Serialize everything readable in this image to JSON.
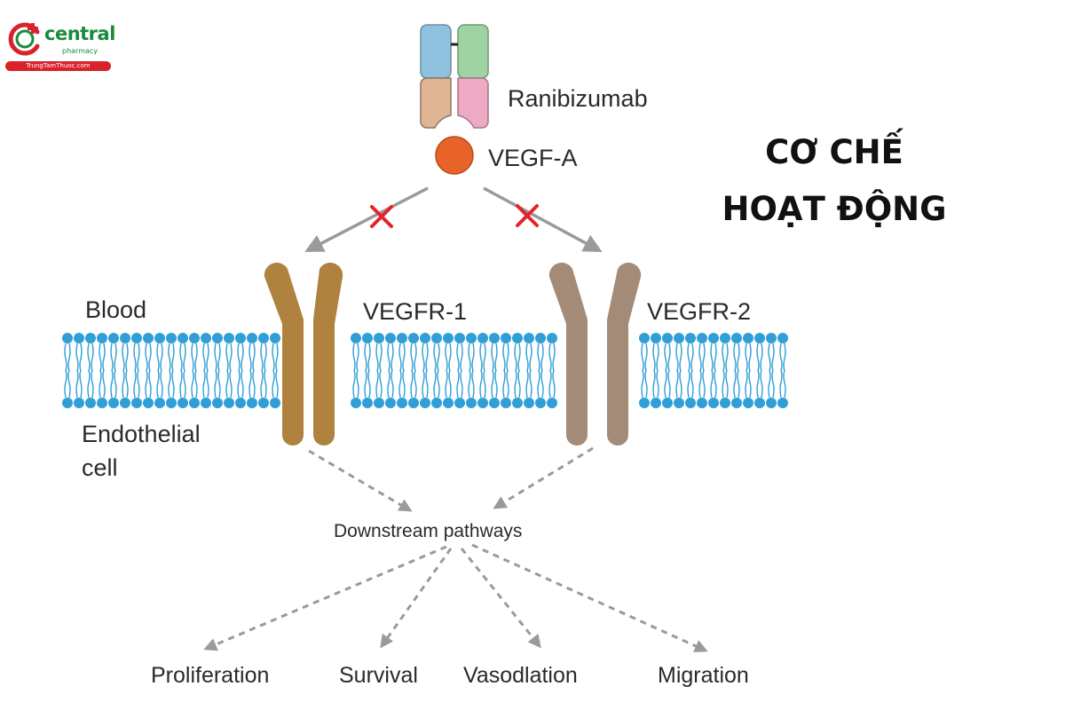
{
  "logo": {
    "brand": "central",
    "subtitle": "pharmacy",
    "url": "TrungTamThuoc.com"
  },
  "heading": {
    "line1": "CƠ CHẾ",
    "line2": "HOẠT ĐỘNG"
  },
  "labels": {
    "drug": "Ranibizumab",
    "ligand": "VEGF-A",
    "receptor1": "VEGFR-1",
    "receptor2": "VEGFR-2",
    "outside": "Blood",
    "inside_line1": "Endothelial",
    "inside_line2": "cell",
    "downstream": "Downstream pathways"
  },
  "outcomes": [
    "Proliferation",
    "Survival",
    "Vasodlation",
    "Migration"
  ],
  "colors": {
    "brand_green": "#1a8a3c",
    "brand_red": "#d8232a",
    "lipid_head": "#2f9fd6",
    "receptor1": "#b0823f",
    "receptor2": "#a38b78",
    "ligand": "#e8632a",
    "block_mark": "#e2242c",
    "arrow": "#9a9a9a"
  },
  "icons": {
    "logo": "pharmacy-cross-logo-icon",
    "block": "x-mark-icon"
  }
}
